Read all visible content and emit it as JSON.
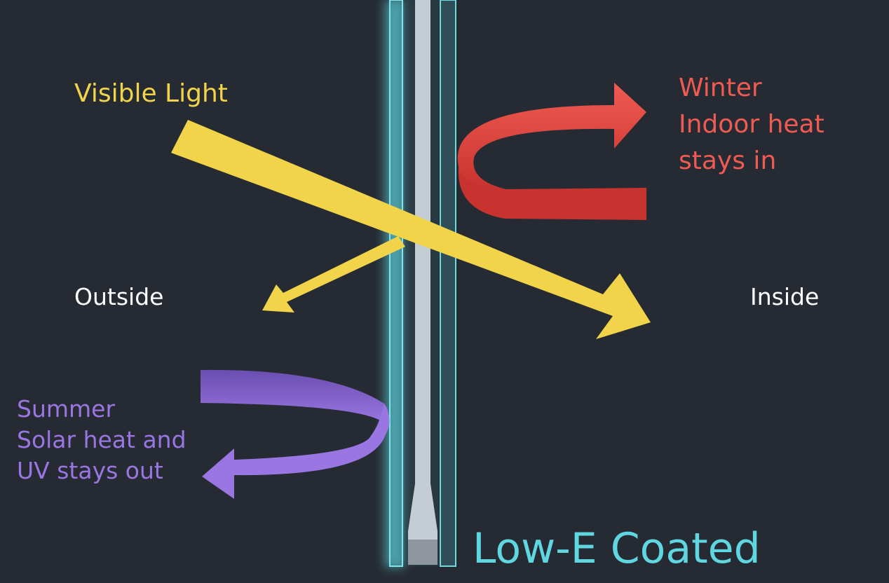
{
  "labels": {
    "visible_light": "Visible Light",
    "outside": "Outside",
    "inside": "Inside",
    "winter": "Winter\nIndoor heat\nstays in",
    "summer": "Summer\nSolar heat and\nUV stays out",
    "coating": "Low-E Coated"
  },
  "colors": {
    "background": "#262b33",
    "visible_light": "#f2d44a",
    "winter": "#ef5b52",
    "winter_dark": "#c9332f",
    "summer": "#9a76e2",
    "summer_dark": "#6a4eb0",
    "glass": "#5fd6e0",
    "spacer": "#c4ccd4",
    "outside_inside_text": "#ffffff",
    "coating_text": "#5fd6e0"
  },
  "icons": {
    "light_path": "arrow-through-glass",
    "winter_path": "curved-return-arrow",
    "summer_path": "curved-reflect-arrow"
  }
}
